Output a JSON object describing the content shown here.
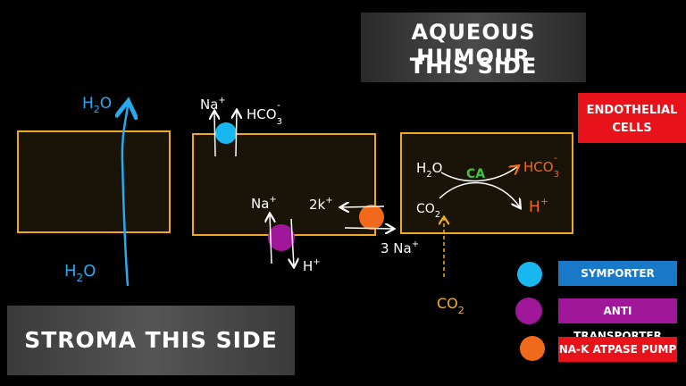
{
  "top_banner": {
    "line1": "AQUEOUS HUMOUR",
    "line2": "THIS SIDE"
  },
  "bottom_banner": {
    "text": "STROMA THIS SIDE"
  },
  "endothelial": {
    "line1": "ENDOTHELIAL",
    "line2": "CELLS"
  },
  "legend": [
    {
      "label": "SYMPORTER",
      "color": "#18b7ef"
    },
    {
      "label": "ANTI TRANSPORTER",
      "color": "#a0179a"
    },
    {
      "label": "NA-K ATPASE PUMP",
      "color": "#f16a1b"
    }
  ],
  "labels": {
    "h2o_top": "H",
    "h2o_top_sub": "2",
    "h2o_top_end": "O",
    "h2o_bottom": "H",
    "h2o_bottom_sub": "2",
    "h2o_bottom_end": "O",
    "na_sym": "Na",
    "na_sym_sup": "+",
    "hco3_sym": "HCO",
    "hco3_sym_sub": "3",
    "hco3_sym_sup": "-",
    "na_anti": "Na",
    "na_anti_sup": "+",
    "h_anti": "H",
    "h_anti_sup": "+",
    "k_pump": "2k",
    "k_pump_sup": "+",
    "na_pump": "3 Na",
    "na_pump_sup": "+",
    "h2o_cell": "H",
    "h2o_cell_sub": "2",
    "h2o_cell_end": "O",
    "co2_cell": "CO",
    "co2_cell_sub": "2",
    "ca": "CA",
    "hco3_cell": "HCO",
    "hco3_cell_sub": "3",
    "hco3_cell_sup": "-",
    "h_cell": "H",
    "h_cell_sup": "+",
    "co2_out": "CO",
    "co2_out_sub": "2"
  },
  "colors": {
    "cell_border": "#f0a81e",
    "water_arrow": "#28aaf0",
    "h2o_text": "#28aaf0",
    "hco3_orange": "#f16a1b",
    "ca_green": "#3fc43f",
    "co2_yellow": "#f0b01e",
    "white": "#ffffff"
  }
}
